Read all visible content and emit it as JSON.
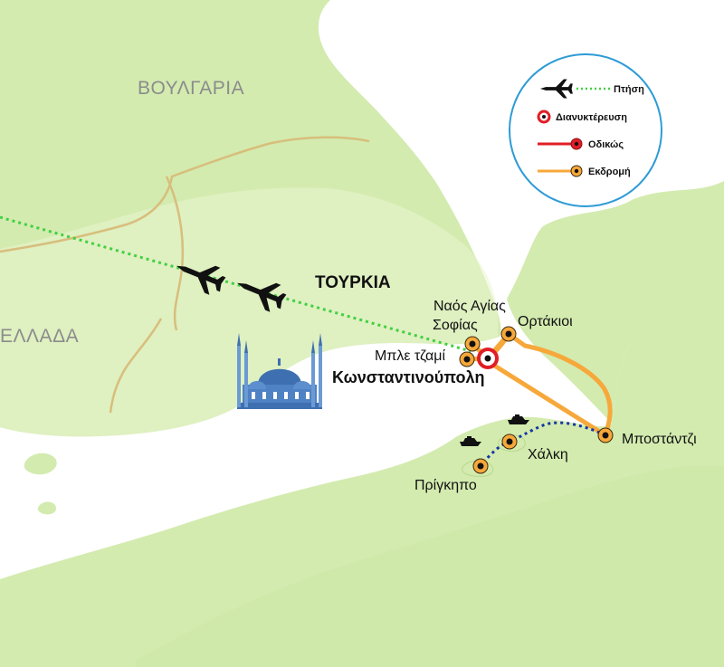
{
  "colors": {
    "land": "#d3ebaf",
    "land_light": "#e9f4d0",
    "sea": "#ffffff",
    "border": "#d8be7c",
    "flight": "#42d042",
    "road": "#e01e26",
    "excursion": "#f7a83a",
    "boat": "#1436a5",
    "legend_ring": "#2e9bd6"
  },
  "countries": {
    "bulgaria": "ΒΟΥΛΓΑΡΙΑ",
    "greece": "ΕΛΛΑΔΑ",
    "turkey": "ΤΟΥΡΚΙΑ"
  },
  "places": {
    "constantinople": "Κωνσταντινούπολη",
    "hagia_sophia_line1": "Ναός Αγίας",
    "hagia_sophia_line2": "Σοφίας",
    "blue_mosque": "Μπλε τζαμί",
    "ortakoy": "Ορτάκιοι",
    "bostanci": "Μποστάντζι",
    "halki": "Χάλκη",
    "prinkipo": "Πρίγκηπο"
  },
  "legend": {
    "flight": "Πτήση",
    "overnight": "Διανυκτέρευση",
    "road": "Οδικώς",
    "excursion": "Εκδρομή"
  },
  "icons": {
    "plane": "airplane-icon",
    "boat": "boat-icon",
    "mosque": "mosque-icon",
    "overnight": "overnight-target-icon"
  }
}
